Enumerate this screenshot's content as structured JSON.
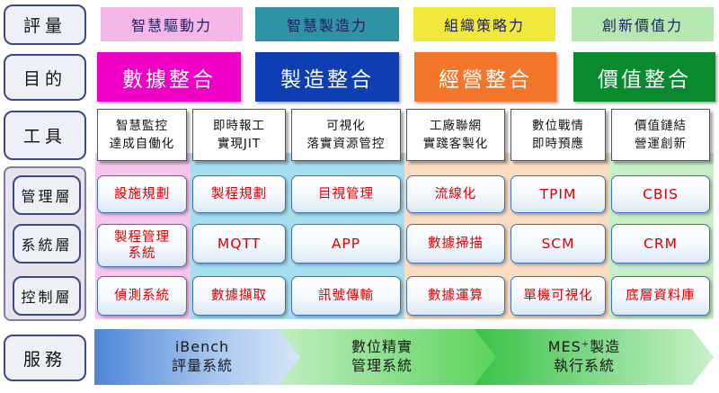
{
  "rows": {
    "metric": "評量",
    "goal": "目的",
    "tools": "工具",
    "management": "管理層",
    "system": "系統層",
    "control": "控制層",
    "service": "服務"
  },
  "metrics": [
    "智慧驅動力",
    "智慧製造力",
    "組織策略力",
    "創新價值力"
  ],
  "metric_colors": [
    "#f4b7e8",
    "#2f93a6",
    "#f0e93c",
    "#b4e8ae"
  ],
  "goals": [
    "數據整合",
    "製造整合",
    "經營整合",
    "價值整合"
  ],
  "goal_colors": [
    "#f000c6",
    "#0d3fb2",
    "#f3762a",
    "#0a8a2e"
  ],
  "tools": [
    {
      "line1": "智慧監控",
      "line2": "達成自働化"
    },
    {
      "line1": "即時報工",
      "line2": "實現JIT"
    },
    {
      "line1": "可視化",
      "line2": "落實資源管控"
    },
    {
      "line1": "工廠聯網",
      "line2": "實踐客製化"
    },
    {
      "line1": "數位戰情",
      "line2": "即時預應"
    },
    {
      "line1": "價值鏈結",
      "line2": "營運創新"
    }
  ],
  "management_layer": [
    "設施規劃",
    "製程規劃",
    "目視管理",
    "流線化",
    "TPIM",
    "CBIS"
  ],
  "system_layer": [
    {
      "line1": "製程管理",
      "line2": "系統"
    },
    {
      "line1": "MQTT",
      "line2": ""
    },
    {
      "line1": "APP",
      "line2": ""
    },
    {
      "line1": "數據掃描",
      "line2": ""
    },
    {
      "line1": "SCM",
      "line2": ""
    },
    {
      "line1": "CRM",
      "line2": ""
    }
  ],
  "control_layer": [
    "偵測系統",
    "數據擷取",
    "訊號傳輸",
    "數據運算",
    "單機可視化",
    "底層資料庫"
  ],
  "band_colors": [
    "#f7c6ec",
    "#a6def0",
    "#a6def0",
    "#f9dcc2",
    "#f9dcc2",
    "#c9efc6"
  ],
  "services": [
    {
      "line1": "iBench",
      "line2": "評量系統"
    },
    {
      "line1": "數位精實",
      "line2": "管理系統"
    },
    {
      "line1": "MES⁺製造",
      "line2": "執行系統"
    }
  ]
}
